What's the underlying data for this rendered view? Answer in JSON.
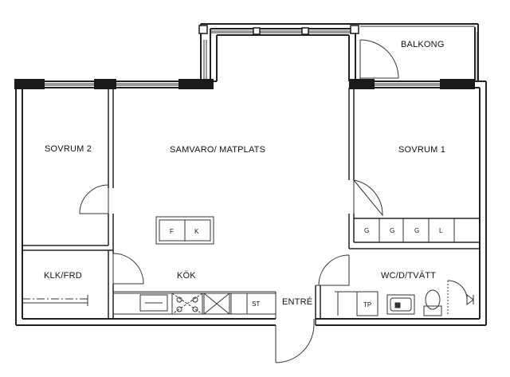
{
  "rooms": {
    "sovrum2": "SOVRUM 2",
    "samvaro": "SAMVARO/ MATPLATS",
    "sovrum1": "SOVRUM 1",
    "balkong": "BALKONG",
    "klk": "KLK/FRD",
    "kok": "KÖK",
    "entre": "ENTRÉ",
    "wc": "WC/D/TVÄTT"
  },
  "fixtures": {
    "island_f": "F",
    "island_k": "K",
    "wardrobes": [
      "G",
      "G",
      "G",
      "L"
    ],
    "st": "ST",
    "tp": "TP"
  },
  "colors": {
    "wall": "#1a1a1a",
    "line": "#333333",
    "background": "#ffffff"
  }
}
